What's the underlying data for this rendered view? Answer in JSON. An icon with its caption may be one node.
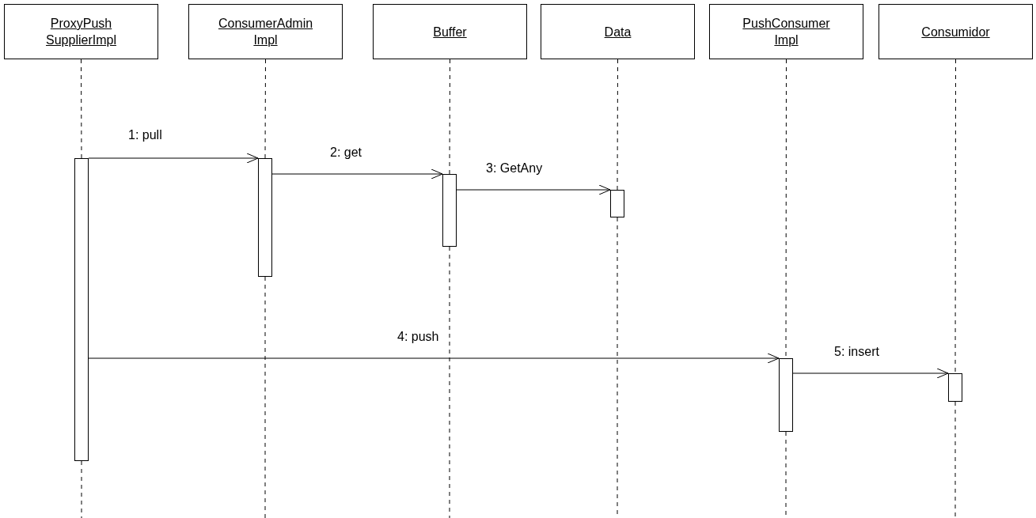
{
  "diagram": {
    "nodes": [
      {
        "text": [
          "ProxyPush SupplierImpl"
        ]
      },
      {
        "text": [
          "ConsumerAdmin Impl"
        ]
      },
      {
        "text": [
          "Buffer"
        ]
      },
      {
        "text": [
          "Data"
        ]
      },
      {
        "text": [
          "PushConsumer Impl"
        ]
      },
      {
        "text": [
          "Consumidor"
        ]
      },
      {
        "text": [],
        "shape": "bar"
      },
      {
        "text": [],
        "shape": "bar"
      },
      {
        "text": [],
        "shape": "bar"
      },
      {
        "text": [],
        "shape": "bar"
      },
      {
        "text": [],
        "shape": "bar"
      },
      {
        "text": [],
        "shape": "bar"
      }
    ],
    "edges": [
      {
        "from": 0,
        "to": 6,
        "arrow": "none",
        "style": "dashed"
      },
      {
        "from": 1,
        "to": 7,
        "arrow": "none",
        "style": "dashed"
      },
      {
        "from": 2,
        "to": 8,
        "arrow": "none",
        "style": "dashed"
      },
      {
        "from": 3,
        "to": 9,
        "arrow": "none",
        "style": "dashed"
      },
      {
        "from": 4,
        "to": 10,
        "arrow": "none",
        "style": "dashed"
      },
      {
        "from": 5,
        "to": 11,
        "arrow": "none",
        "style": "dashed"
      },
      {
        "from": 6,
        "to": 7,
        "arrow": "to",
        "label": "1: pull"
      },
      {
        "from": 7,
        "to": 8,
        "arrow": "to",
        "label": "2: get"
      },
      {
        "from": 8,
        "to": 9,
        "arrow": "to",
        "label": "3: GetAny"
      },
      {
        "from": 6,
        "to": 10,
        "arrow": "to",
        "label": "4: push"
      },
      {
        "from": 10,
        "to": 11,
        "arrow": "to",
        "label": "5: insert"
      }
    ]
  }
}
